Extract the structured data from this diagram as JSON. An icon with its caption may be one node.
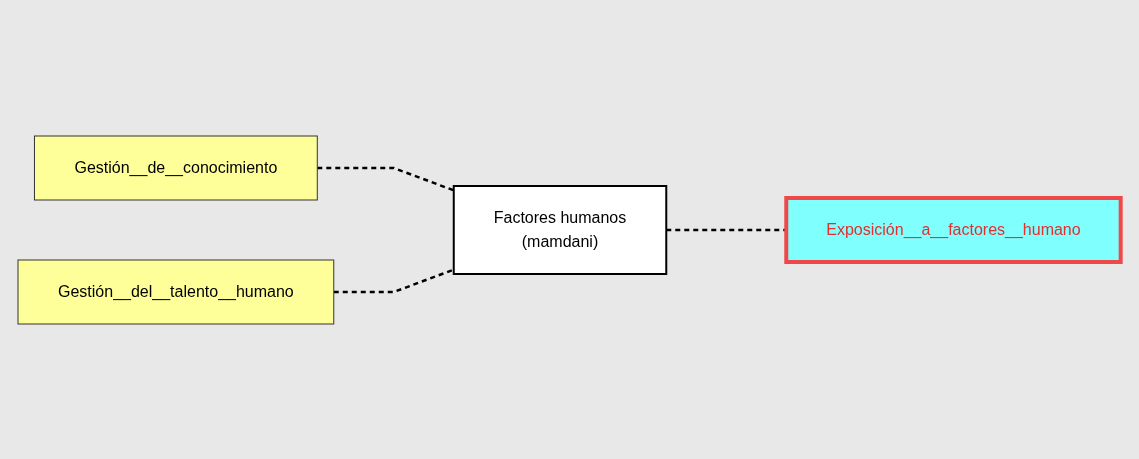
{
  "diagram": {
    "nodes": [
      {
        "text": [
          "Gestión__de__conocimiento"
        ]
      },
      {
        "text": [
          "Gestión__del__talento__humano"
        ]
      },
      {
        "text": [
          "Factores humanos",
          "(mamdani)"
        ]
      },
      {
        "text": [
          "Exposición__a__factores__humano"
        ]
      }
    ],
    "edges": [
      {
        "from": 0,
        "to": 2,
        "arrow": "none",
        "style": "dashed"
      },
      {
        "from": 1,
        "to": 2,
        "arrow": "none",
        "style": "dashed"
      },
      {
        "from": 2,
        "to": 3,
        "arrow": "none",
        "style": "dashed"
      }
    ]
  }
}
